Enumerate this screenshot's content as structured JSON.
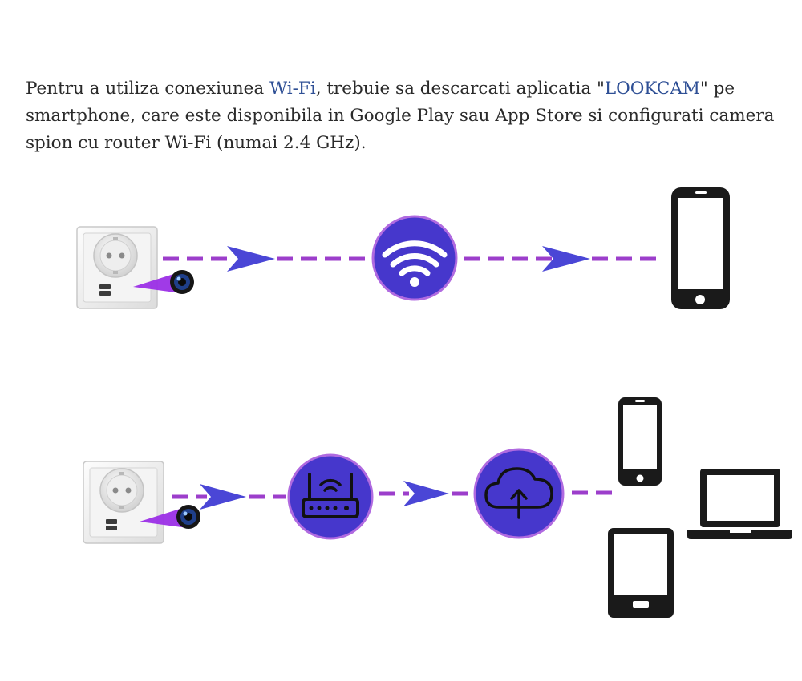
{
  "intro": {
    "before_wifi": "Pentru a utiliza conexiunea ",
    "wifi_term": "Wi-Fi",
    "middle": ", trebuie sa descarcati aplicatia \"",
    "app_name": "LOOKCAM",
    "after": "\" pe smartphone, care este disponibila in Google Play sau App Store si configurati camera spion cu router Wi-Fi (numai 2.4 GHz)."
  },
  "colors": {
    "line": "#9c3ecb",
    "arrow": "#4a46d6",
    "circle_fill": "#4637cc",
    "circle_ring": "#b06ae0",
    "icon_white": "#ffffff",
    "icon_dark": "#1a1a1a",
    "hl_text": "#2e4f95"
  },
  "diagram": {
    "top_row": [
      "socket-camera",
      "wifi-icon",
      "smartphone-icon"
    ],
    "bottom_row": [
      "socket-camera",
      "router-icon",
      "cloud-upload-icon",
      "smartphone-icon",
      "laptop-icon",
      "tablet-icon"
    ]
  }
}
